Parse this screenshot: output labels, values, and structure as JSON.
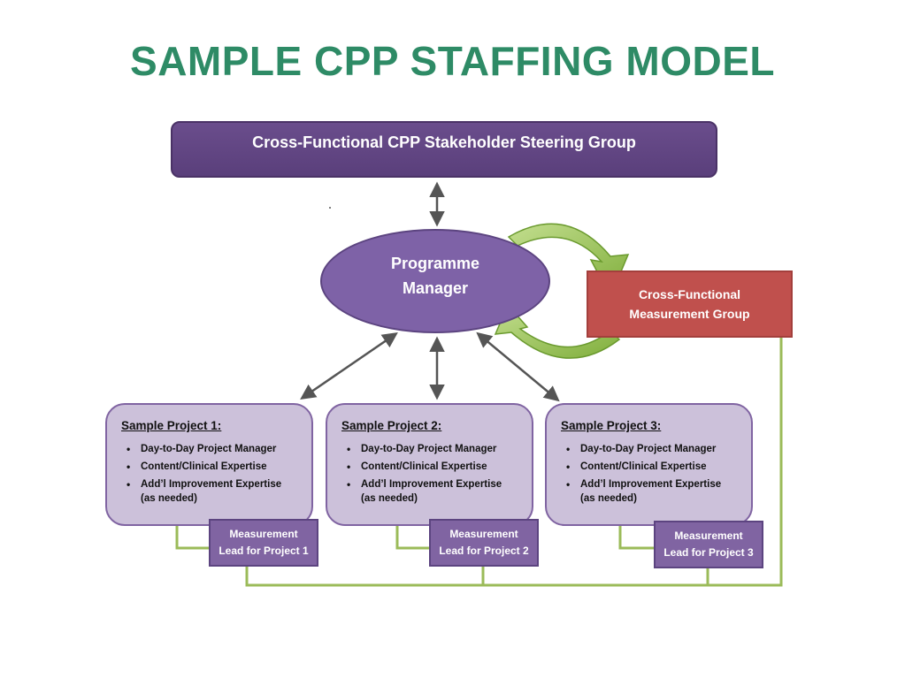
{
  "title": "SAMPLE CPP STAFFING MODEL",
  "steering_group": "Cross-Functional CPP Stakeholder Steering Group",
  "programme_manager": {
    "line1": "Programme",
    "line2": "Manager"
  },
  "measurement_group": {
    "line1": "Cross-Functional",
    "line2": "Measurement Group"
  },
  "projects": [
    {
      "title": "Sample Project 1:",
      "items": [
        "Day-to-Day Project Manager",
        "Content/Clinical Expertise",
        "Add’l Improvement Expertise"
      ],
      "note": "(as needed)",
      "lead": {
        "line1": "Measurement",
        "line2": "Lead for Project 1"
      }
    },
    {
      "title": "Sample Project 2:",
      "items": [
        "Day-to-Day Project Manager",
        "Content/Clinical Expertise",
        "Add’l Improvement Expertise"
      ],
      "note": "(as needed)",
      "lead": {
        "line1": "Measurement",
        "line2": "Lead for Project 2"
      }
    },
    {
      "title": "Sample Project 3:",
      "items": [
        "Day-to-Day Project Manager",
        "Content/Clinical Expertise",
        "Add’l Improvement Expertise"
      ],
      "note": "(as needed)",
      "lead": {
        "line1": "Measurement",
        "line2": "Lead for Project 3"
      }
    }
  ],
  "colors": {
    "title": "#2e8b66",
    "steering": "#5f4380",
    "programme_manager": "#7e62a7",
    "measurement_group": "#c0504d",
    "project_box": "#ccc1da",
    "measurement_lead": "#8064a2",
    "connector_green": "#9bbb59",
    "cycle_arrow": "#8cb84a",
    "arrow_gray": "#555555"
  }
}
